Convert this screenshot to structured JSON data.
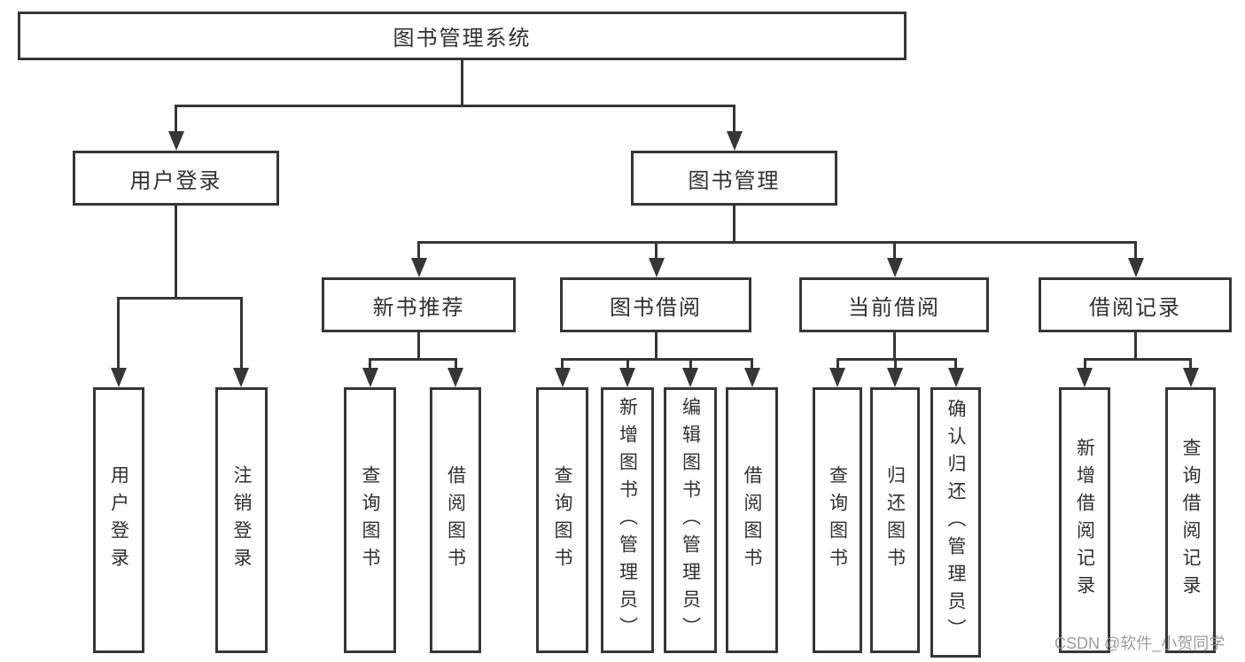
{
  "diagram_type": "hierarchy-tree",
  "tree": {
    "label": "图书管理系统",
    "children": [
      {
        "label": "用户登录",
        "children": [
          {
            "label": "用户登录"
          },
          {
            "label": "注销登录"
          }
        ]
      },
      {
        "label": "图书管理",
        "children": [
          {
            "label": "新书推荐",
            "children": [
              {
                "label": "查询图书"
              },
              {
                "label": "借阅图书"
              }
            ]
          },
          {
            "label": "图书借阅",
            "children": [
              {
                "label": "查询图书"
              },
              {
                "label": "新增图书（管理员）"
              },
              {
                "label": "编辑图书（管理员）"
              },
              {
                "label": "借阅图书"
              }
            ]
          },
          {
            "label": "当前借阅",
            "children": [
              {
                "label": "查询图书"
              },
              {
                "label": "归还图书"
              },
              {
                "label": "确认归还（管理员）"
              }
            ]
          },
          {
            "label": "借阅记录",
            "children": [
              {
                "label": "新增借阅记录"
              },
              {
                "label": "查询借阅记录"
              }
            ]
          }
        ]
      }
    ]
  },
  "watermark": "CSDN @软件_小贺同学",
  "colors": {
    "line": "#363636",
    "text": "#303030",
    "watermark": "#949494",
    "background": "#ffffff"
  }
}
